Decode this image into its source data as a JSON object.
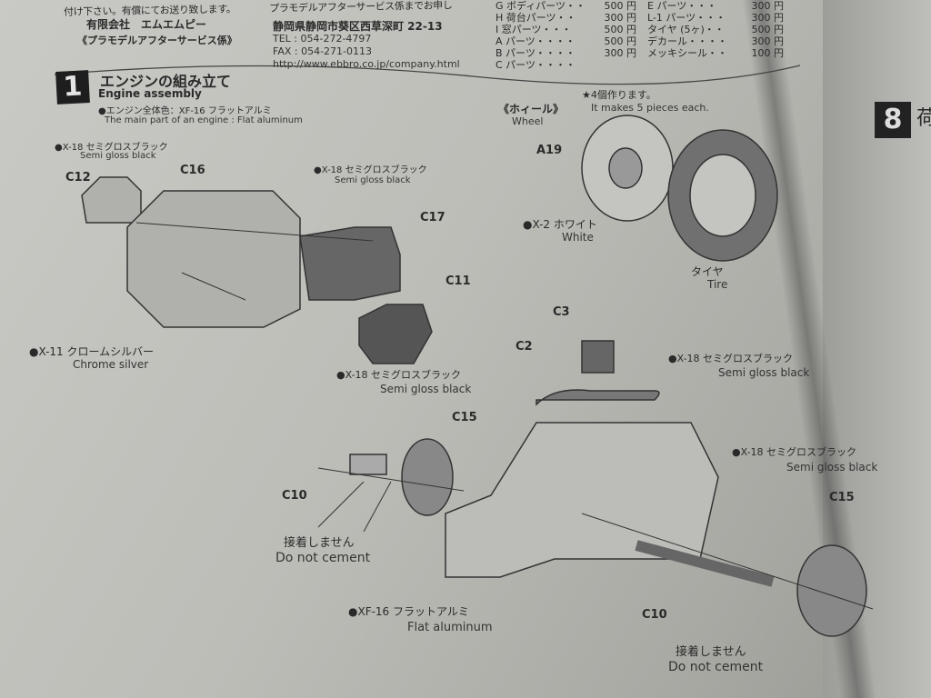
{
  "header": {
    "note_line": "付け下さい。有償にてお送り致します。　　　　プラモデルアフターサービス係までお申し",
    "company": "有限会社　エムエムピー",
    "dept": "《プラモデルアフターサービス係》",
    "address": "静岡県静岡市葵区西草深町 22-13",
    "tel": "TEL : 054-272-4797",
    "fax": "FAX : 054-271-0113",
    "url": "http://www.ebbro.co.jp/company.html"
  },
  "price_list": {
    "left": [
      {
        "part": "G ボディパーツ・・",
        "price": "500 円"
      },
      {
        "part": "H 荷台パーツ・・",
        "price": "300 円"
      },
      {
        "part": "I 窓パーツ・・・",
        "price": "500 円"
      },
      {
        "part": "A パーツ・・・・",
        "price": "500 円"
      },
      {
        "part": "B パーツ・・・・",
        "price": "300 円"
      },
      {
        "part": "C パーツ・・・・",
        "price": ""
      }
    ],
    "right": [
      {
        "part": "E パーツ・・・",
        "price": "300 円"
      },
      {
        "part": "L-1 パーツ・・・",
        "price": "300 円"
      },
      {
        "part": "タイヤ (5ヶ)・・",
        "price": "500 円"
      },
      {
        "part": "デカール・・・・",
        "price": "300 円"
      },
      {
        "part": "メッキシール・・",
        "price": "100 円"
      }
    ]
  },
  "step1": {
    "number": "1",
    "title_jp": "エンジンの組み立て",
    "title_en": "Engine assembly",
    "main_color_jp": "●エンジン全体色：XF-16 フラットアルミ",
    "main_color_en": "The main part of an engine : Flat aluminum"
  },
  "labels": {
    "x18_jp": "●X-18 セミグロスブラック",
    "x18_en": "Semi gloss black",
    "x11_jp": "●X-11 クロームシルバー",
    "x11_en": "Chrome silver",
    "x2_jp": "●X-2 ホワイト",
    "x2_en": "White",
    "xf16_jp": "●XF-16 フラットアルミ",
    "xf16_en": "Flat aluminum",
    "nocement_jp": "接着しません",
    "nocement_en": "Do not cement",
    "wheel_jp": "《ホィール》",
    "wheel_en": "Wheel",
    "wheel_note_jp": "★4個作ります。",
    "wheel_note_en": "It makes 5 pieces each.",
    "tire_jp": "タイヤ",
    "tire_en": "Tire"
  },
  "parts": {
    "c12": "C12",
    "c16": "C16",
    "c17": "C17",
    "c11": "C11",
    "a19": "A19",
    "c3": "C3",
    "c2": "C2",
    "c15": "C15",
    "c10": "C10"
  },
  "step8": {
    "number": "8",
    "title": "荷"
  }
}
